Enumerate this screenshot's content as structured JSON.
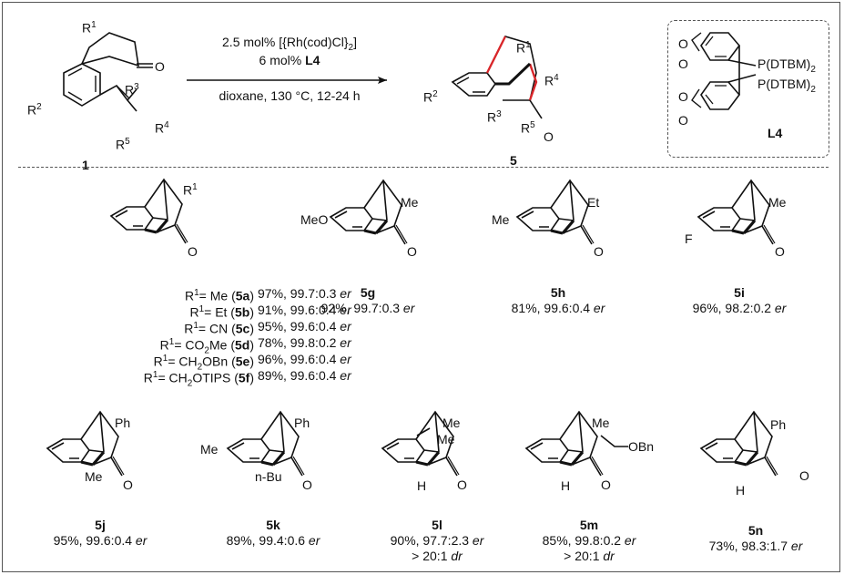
{
  "scheme": {
    "reagent_1": "2.5 mol% [{Rh(cod)Cl}",
    "reagent_1_sub": "2",
    "reagent_1_end": "]",
    "reagent_2": "6 mol% ",
    "reagent_2_bold": "L4",
    "conditions": "dioxane, 130 °C, 12-24 h",
    "start_label": "1",
    "product_label": "5",
    "ligand_label": "L4",
    "ligand_group": "P(DTBM)",
    "ligand_group_sub": "2"
  },
  "atoms": {
    "R1": "R",
    "R1_sup": "1",
    "R2": "R",
    "R2_sup": "2",
    "R3": "R",
    "R3_sup": "3",
    "R4": "R",
    "R4_sup": "4",
    "R5": "R",
    "R5_sup": "5",
    "O": "O",
    "Me": "Me",
    "Et": "Et",
    "Ph": "Ph",
    "F": "F",
    "MeO": "MeO",
    "nBu": "n-Bu",
    "H": "H",
    "OBn": "OBn"
  },
  "r1_list": [
    {
      "r": "= Me (",
      "code": "5a",
      "yield": "97%, 99.7:0.3 "
    },
    {
      "r": "= Et (",
      "code": "5b",
      "yield": "91%, 99.6:0.4 "
    },
    {
      "r": "= CN (",
      "code": "5c",
      "yield": "95%, 99.6:0.4 "
    },
    {
      "r": "= CO",
      "sub": "2",
      "r2": "Me (",
      "code": "5d",
      "yield": "78%, 99.8:0.2 "
    },
    {
      "r": "= CH",
      "sub": "2",
      "r2": "OBn (",
      "code": "5e",
      "yield": "96%, 99.6:0.4 "
    },
    {
      "r": "= CH",
      "sub": "2",
      "r2": "OTIPS (",
      "code": "5f",
      "yield": "89%, 99.6:0.4 "
    }
  ],
  "er_word": "er",
  "dr_word": "dr",
  "products": [
    {
      "code": "5g",
      "result": "92%, 99.7:0.3 "
    },
    {
      "code": "5h",
      "result": "81%, 99.6:0.4 "
    },
    {
      "code": "5i",
      "result": "96%, 98.2:0.2 "
    },
    {
      "code": "5j",
      "result": "95%, 99.6:0.4 "
    },
    {
      "code": "5k",
      "result": "89%, 99.4:0.6 "
    },
    {
      "code": "5l",
      "result": "90%, 97.7:2.3 ",
      "dr": "> 20:1 "
    },
    {
      "code": "5m",
      "result": "85%, 99.8:0.2 ",
      "dr": "> 20:1 "
    },
    {
      "code": "5n",
      "result": "73%, 98.3:1.7 "
    }
  ]
}
